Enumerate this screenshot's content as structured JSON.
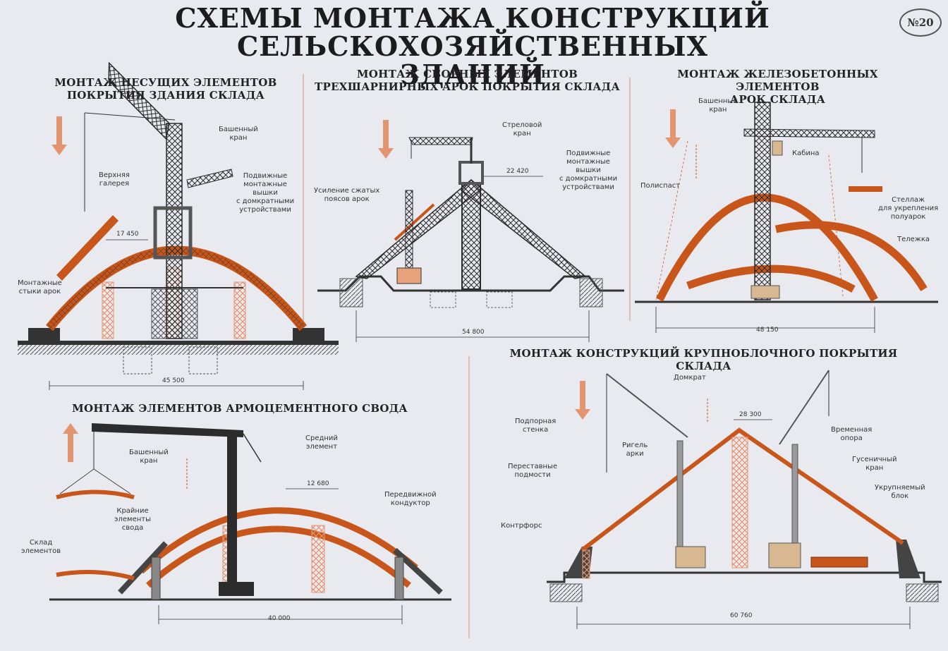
{
  "title": {
    "line1": "СХЕМЫ МОНТАЖА КОНСТРУКЦИЙ",
    "line2": "СЕЛЬСКОХОЗЯЙСТВЕННЫХ ЗДАНИЙ"
  },
  "badge": "№20",
  "colors": {
    "arch": "#c8561a",
    "scaffold": "#e8a27c",
    "steel": "#2c2c2c",
    "background": "#e9eaef"
  },
  "sections": {
    "s1": {
      "title_l1": "МОНТАЖ НЕСУЩИХ ЭЛЕМЕНТОВ",
      "title_l2": "ПОКРЫТИЯ ЗДАНИЯ СКЛАДА",
      "labels": {
        "tower_crane_l1": "Башенный",
        "tower_crane_l2": "кран",
        "upper_gallery_l1": "Верхняя",
        "upper_gallery_l2": "галерея",
        "towers_l1": "Подвижные",
        "towers_l2": "монтажные",
        "towers_l3": "вышки",
        "towers_l4": "с домкратными",
        "towers_l5": "устройствами",
        "joints_l1": "Монтажные",
        "joints_l2": "стыки арок"
      },
      "dims": {
        "d1": "17 450",
        "d2": "45 500"
      }
    },
    "s2": {
      "title_l1": "МОНТАЖ СБОРНЫХ ЭЛЕМЕНТОВ",
      "title_l2": "ТРЕХШАРНИРНЫХ АРОК ПОКРЫТИЯ СКЛАДА",
      "labels": {
        "boom_crane_l1": "Стреловой",
        "boom_crane_l2": "кран",
        "towers_l1": "Подвижные",
        "towers_l2": "монтажные",
        "towers_l3": "вышки",
        "towers_l4": "с домкратными",
        "towers_l5": "устройствами",
        "reinforce_l1": "Усиление сжатых",
        "reinforce_l2": "поясов арок"
      },
      "dims": {
        "d1": "22 420",
        "d2": "54 800"
      }
    },
    "s3": {
      "title_l1": "МОНТАЖ ЖЕЛЕЗОБЕТОННЫХ ЭЛЕМЕНТОВ",
      "title_l2": "АРОК СКЛАДА",
      "labels": {
        "tower_crane_l1": "Башенный",
        "tower_crane_l2": "кран",
        "cabin": "Кабина",
        "pulley": "Полиспаст",
        "rack_l1": "Стеллаж",
        "rack_l2": "для укрепления",
        "rack_l3": "полуарок",
        "trolley": "Тележка"
      },
      "dims": {
        "d1": "48 150"
      }
    },
    "s4": {
      "title": "МОНТАЖ ЭЛЕМЕНТОВ АРМОЦЕМЕНТНОГО СВОДА",
      "labels": {
        "tower_crane_l1": "Башенный",
        "tower_crane_l2": "кран",
        "middle_l1": "Средний",
        "middle_l2": "элемент",
        "conductor_l1": "Передвижной",
        "conductor_l2": "кондуктор",
        "edge_l1": "Крайние",
        "edge_l2": "элементы",
        "edge_l3": "свода",
        "storage_l1": "Склад",
        "storage_l2": "элементов"
      },
      "dims": {
        "d1": "12 680",
        "d2": "40 000"
      }
    },
    "s5": {
      "title": "МОНТАЖ КОНСТРУКЦИЙ КРУПНОБЛОЧНОГО ПОКРЫТИЯ СКЛАДА",
      "labels": {
        "jack": "Домкрат",
        "retaining_l1": "Подпорная",
        "retaining_l2": "стенка",
        "crossbar_l1": "Ригель",
        "crossbar_l2": "арки",
        "temp_support_l1": "Временная",
        "temp_support_l2": "опора",
        "scaffold_l1": "Переставные",
        "scaffold_l2": "подмости",
        "crawler_l1": "Гусеничный",
        "crawler_l2": "кран",
        "block_l1": "Укрупняемый",
        "block_l2": "блок",
        "buttress": "Контрфорс"
      },
      "dims": {
        "d1": "28 300",
        "d2": "60 760"
      }
    }
  }
}
